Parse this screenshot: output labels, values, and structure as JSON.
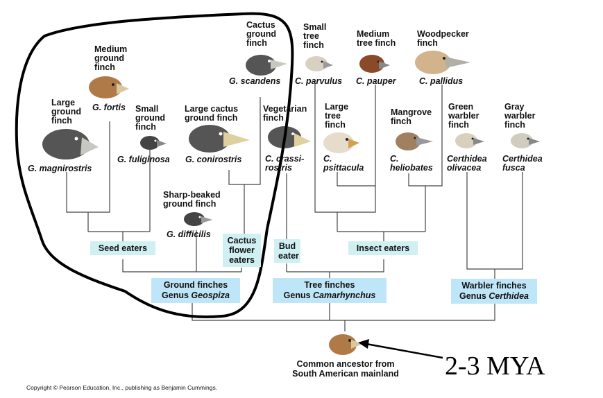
{
  "species": [
    {
      "id": "magnirostris",
      "common": "Large\nground\nfinch",
      "scientific": "G. magnirostris",
      "color": "#555555"
    },
    {
      "id": "fortis",
      "common": "Medium\nground\nfinch",
      "scientific": "G. fortis",
      "color": "#b07a48"
    },
    {
      "id": "fuliginosa",
      "common": "Small\nground\nfinch",
      "scientific": "G. fuliginosa",
      "color": "#444444"
    },
    {
      "id": "conirostris",
      "common": "Large cactus\nground finch",
      "scientific": "G. conirostris",
      "color": "#555555"
    },
    {
      "id": "difficilis",
      "common": "Sharp-beaked\nground finch",
      "scientific": "G. difficilis",
      "color": "#444444"
    },
    {
      "id": "scandens",
      "common": "Cactus\nground\nfinch",
      "scientific": "G. scandens",
      "color": "#555555"
    },
    {
      "id": "crassirostris",
      "common": "Vegetarian\nfinch",
      "scientific": "C. crassi-\nrostris",
      "color": "#555555"
    },
    {
      "id": "parvulus",
      "common": "Small\ntree\nfinch",
      "scientific": "C. parvulus",
      "color": "#d8d0c0"
    },
    {
      "id": "psittacula",
      "common": "Large\ntree\nfinch",
      "scientific": "C.\npsittacula",
      "color": "#e6dccc"
    },
    {
      "id": "pauper",
      "common": "Medium\ntree finch",
      "scientific": "C. pauper",
      "color": "#8a4a28"
    },
    {
      "id": "pallidus",
      "common": "Woodpecker\nfinch",
      "scientific": "C. pallidus",
      "color": "#d2b48c"
    },
    {
      "id": "heliobates",
      "common": "Mangrove\nfinch",
      "scientific": "C.\nheliobates",
      "color": "#a08060"
    },
    {
      "id": "olivacea",
      "common": "Green\nwarbler\nfinch",
      "scientific": "Certhidea\nolivacea",
      "color": "#d8d0bc"
    },
    {
      "id": "fusca",
      "common": "Gray\nwarbler\nfinch",
      "scientific": "Certhidea\nfusca",
      "color": "#d0ccbe"
    }
  ],
  "diet_groups": {
    "seed": "Seed eaters",
    "cactus": "Cactus\nflower\neaters",
    "bud": "Bud\neater",
    "insect": "Insect eaters"
  },
  "genera": {
    "geospiza": {
      "line1": "Ground finches",
      "prefix": "Genus ",
      "name": "Geospiza"
    },
    "camarhynchus": {
      "line1": "Tree finches",
      "prefix": "Genus ",
      "name": "Camarhynchus"
    },
    "certhidea": {
      "line1": "Warbler finches",
      "prefix": "Genus ",
      "name": "Certhidea"
    }
  },
  "ancestor": {
    "label": "Common ancestor from\nSouth American mainland",
    "color": "#b07a48"
  },
  "annotation": {
    "text": "2-3 MYA"
  },
  "copyright": "Copyright © Pearson Education, Inc., publishing as Benjamin Cummings.",
  "colors": {
    "diet_box": "#cfeff3",
    "genus_box": "#bfe6f8",
    "tree_line": "#444444",
    "circle": "#000000"
  }
}
